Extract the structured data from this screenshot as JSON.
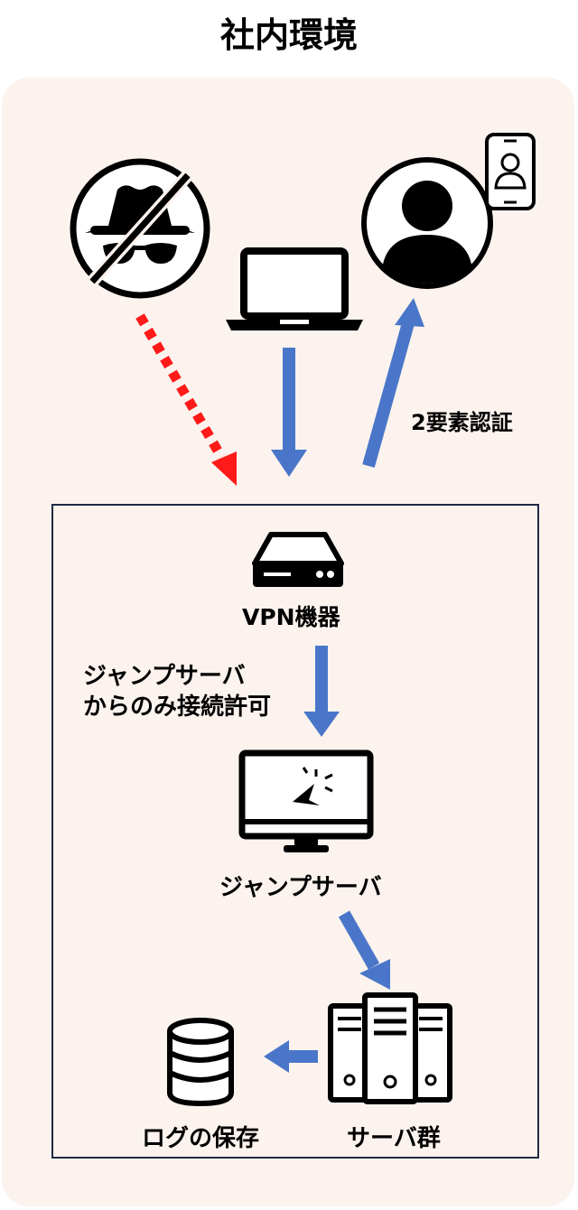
{
  "title": "社内環境",
  "labels": {
    "two_factor": "2要素認証",
    "vpn": "VPN機器",
    "note_line1": "ジャンプサーバ",
    "note_line2": "からのみ接続許可",
    "jump_server": "ジャンプサーバ",
    "server_group": "サーバ群",
    "log_storage": "ログの保存"
  },
  "icons": {
    "attacker": "hacker-blocked-icon",
    "laptop": "laptop-icon",
    "user": "user-icon",
    "phone": "smartphone-user-icon",
    "vpn": "vpn-appliance-icon",
    "monitor": "monitor-cursor-icon",
    "servers": "server-rack-icon",
    "database": "database-icon"
  },
  "colors": {
    "arrow_blue": "#4a76c9",
    "attack_red": "#ff1a1a",
    "panel_bg": "#fcf3ee",
    "box_border": "#1f2a44"
  }
}
